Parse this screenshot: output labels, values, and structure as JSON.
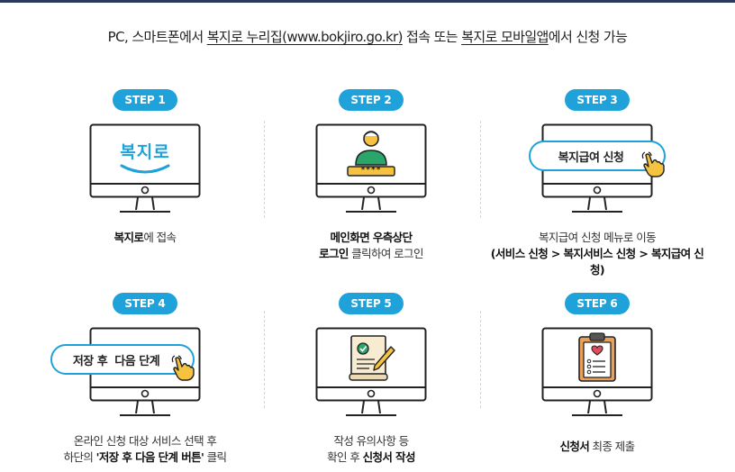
{
  "headline": {
    "part1": "PC, 스마트폰에서 ",
    "link1": "복지로 누리집(www.bokjiro.go.kr)",
    "part2": " 접속 또는 ",
    "link2": "복지로 모바일앱",
    "part3": "에서 신청 가능"
  },
  "steps": [
    {
      "badge": "STEP 1",
      "screen_text": "복지로",
      "caption_bold": "복지로",
      "caption_rest": "에 접속"
    },
    {
      "badge": "STEP 2",
      "password_mask": "****",
      "line1_bold": "메인화면 우측상단",
      "line2_bold": "로그인",
      "line2_rest": " 클릭하여 로그인"
    },
    {
      "badge": "STEP 3",
      "button_label": "복지급여 신청",
      "line1": "복지급여 신청 메뉴로 이동",
      "line2_bold": "(서비스 신청 > 복지서비스 신청 > 복지급여 신청)"
    },
    {
      "badge": "STEP 4",
      "button_label": "저장 후  다음 단계",
      "line1": "온라인 신청 대상 서비스 선택 후",
      "line2_pre": "하단의 ",
      "line2_bold": "'저장 후 다음 단계 버튼'",
      "line2_post": " 클릭"
    },
    {
      "badge": "STEP 5",
      "line1": "작성 유의사항 등",
      "line2_pre": "확인 후 ",
      "line2_bold": "신청서 작성"
    },
    {
      "badge": "STEP 6",
      "caption_bold": "신청서",
      "caption_rest": " 최종 제출"
    }
  ],
  "colors": {
    "accent": "#1fa2d9",
    "top_bar": "#2b3a5c"
  },
  "icons": [
    "bokjiro-logo-icon",
    "user-login-icon",
    "pointing-hand-icon",
    "document-pen-icon",
    "clipboard-heart-icon"
  ]
}
